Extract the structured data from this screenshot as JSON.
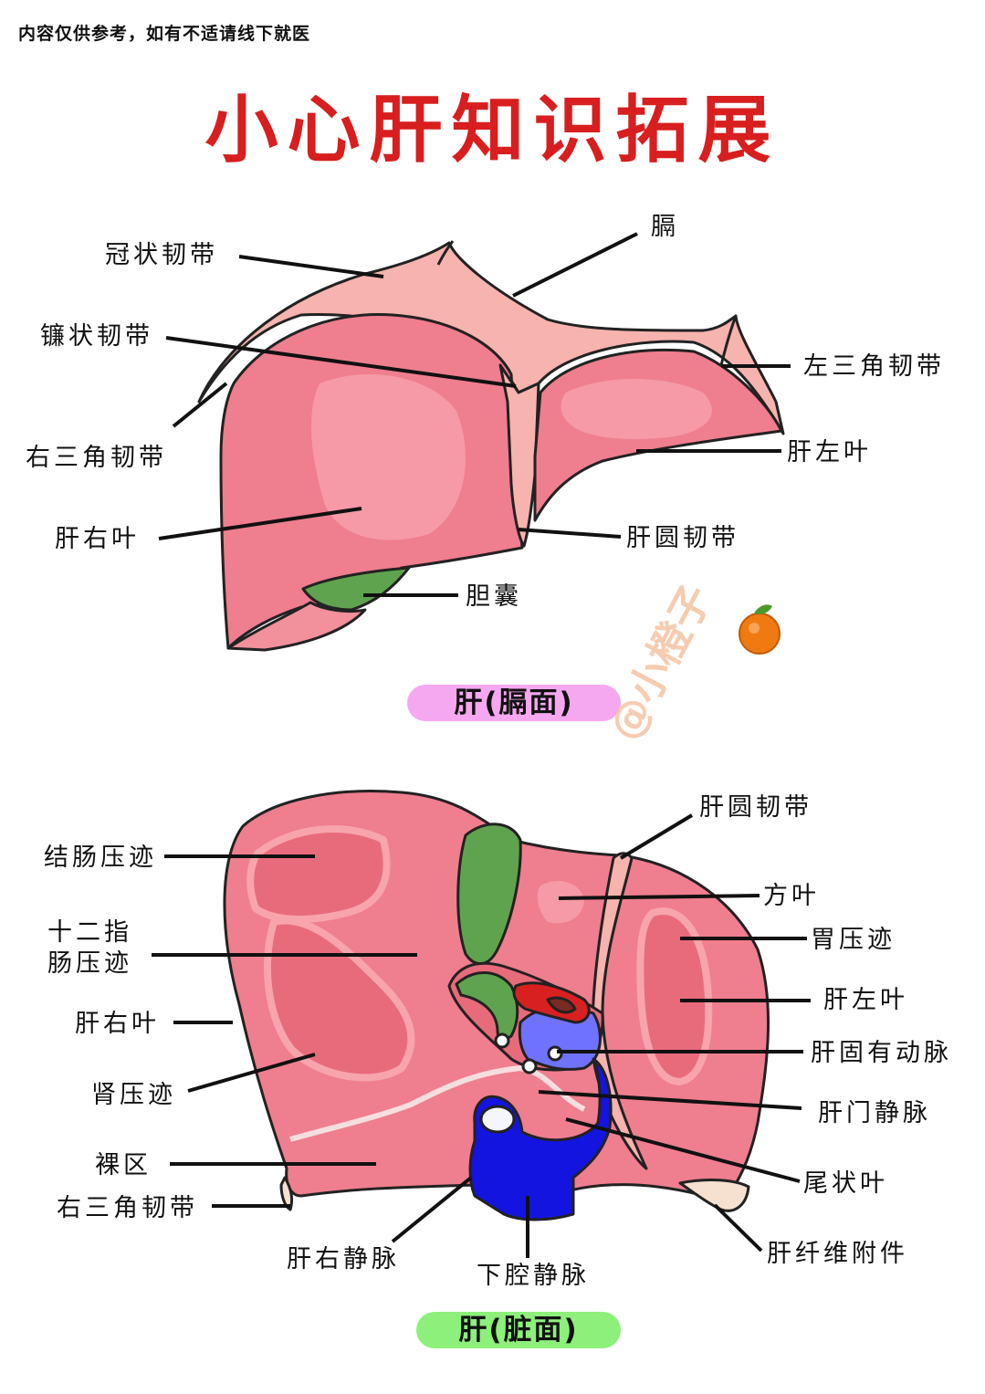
{
  "header": {
    "disclaimer": "内容仅供参考，如有不适请线下就医",
    "title": "小心肝知识拓展"
  },
  "diaphragmatic": {
    "caption": "肝(膈面)",
    "caption_color": "#f5a8f0",
    "labels": {
      "coronary_ligament": "冠状韧带",
      "diaphragm": "膈",
      "falciform_ligament": "镰状韧带",
      "left_triangular_ligament": "左三角韧带",
      "right_triangular_ligament": "右三角韧带",
      "left_lobe": "肝左叶",
      "right_lobe": "肝右叶",
      "round_ligament": "肝圆韧带",
      "gallbladder": "胆囊"
    }
  },
  "visceral": {
    "caption": "肝(脏面)",
    "caption_color": "#8cf07a",
    "labels": {
      "colic_impression": "结肠压迹",
      "round_ligament": "肝圆韧带",
      "quadrate_lobe": "方叶",
      "duodenal_impression_1": "十二指",
      "duodenal_impression_2": "肠压迹",
      "gastric_impression": "胃压迹",
      "right_lobe": "肝右叶",
      "left_lobe": "肝左叶",
      "hepatic_artery": "肝固有动脉",
      "renal_impression": "肾压迹",
      "portal_vein": "肝门静脉",
      "bare_area": "裸区",
      "caudate_lobe": "尾状叶",
      "right_triangular_ligament": "右三角韧带",
      "fibrous_appendix": "肝纤维附件",
      "right_hepatic_vein": "肝右静脉",
      "inferior_vena_cava": "下腔静脉"
    }
  },
  "watermark": "@小橙子",
  "colors": {
    "liver": "#ef7e8e",
    "liver_light": "#f59aa6",
    "ligament": "#f7b3ae",
    "gallbladder": "#5fa34f",
    "vein": "#1414e0",
    "portal": "#6f72ff",
    "artery": "#d92020",
    "title": "#d81e1e"
  }
}
